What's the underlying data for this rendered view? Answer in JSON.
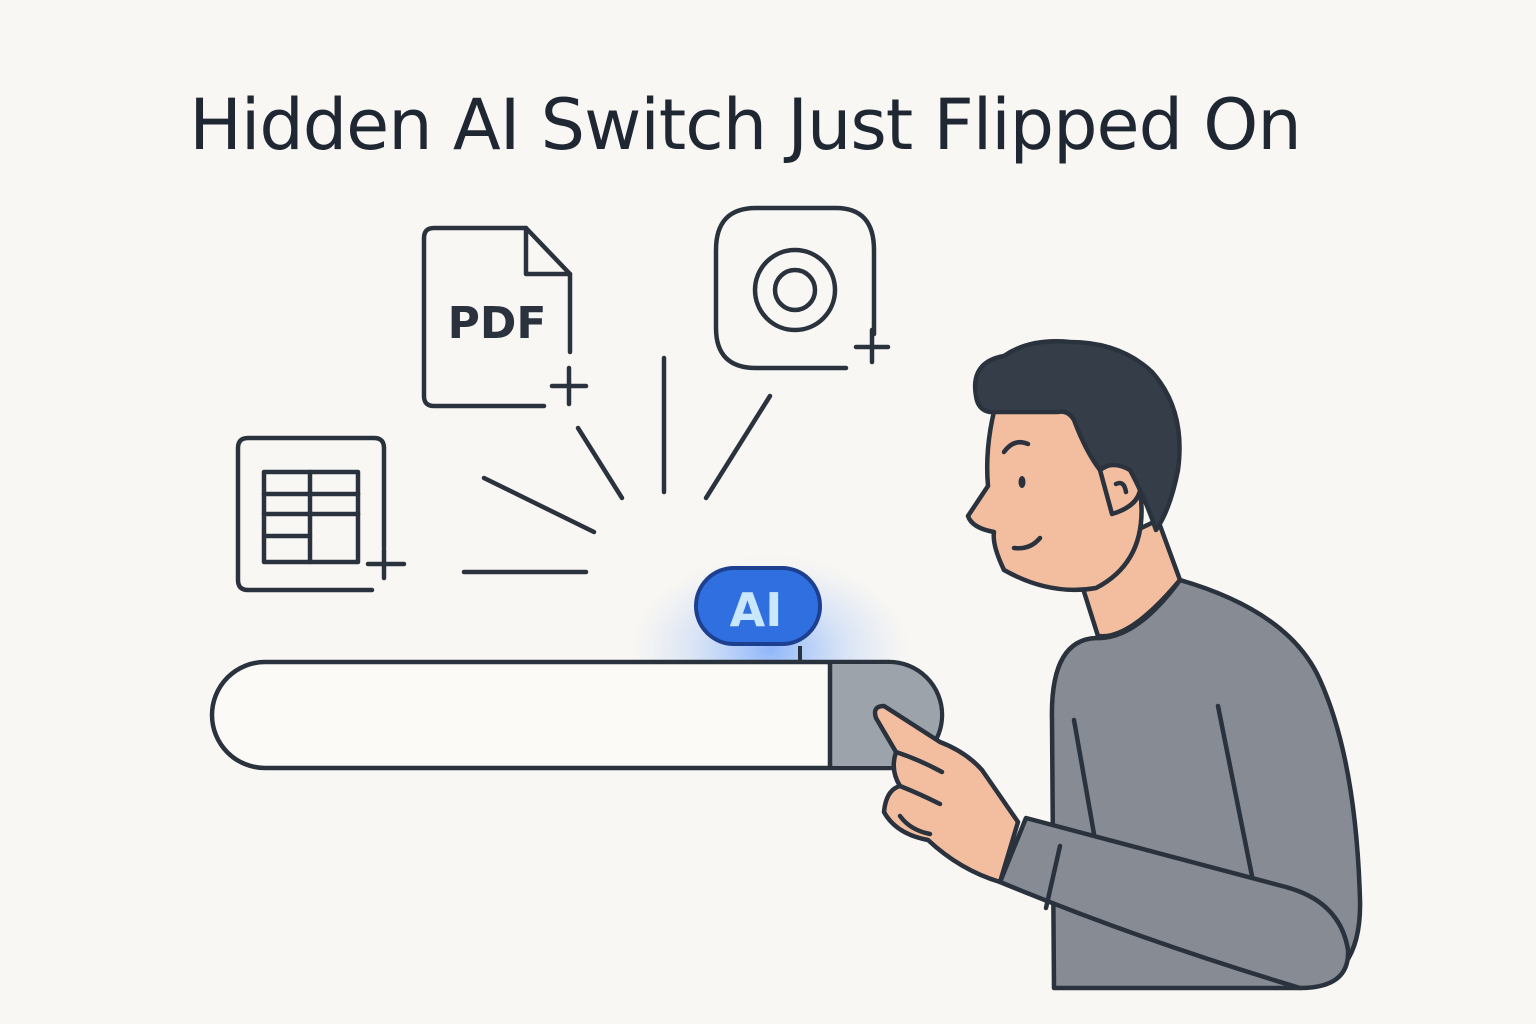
{
  "headline": "Hidden AI Switch Just Flipped On",
  "pdf_icon": {
    "label": "PDF"
  },
  "ai_badge": {
    "label": "AI"
  },
  "icons": [
    "spreadsheet-icon",
    "pdf-file-icon",
    "camera-icon",
    "plus-icon"
  ],
  "colors": {
    "background": "#f9f7f3",
    "ink": "#2a323d",
    "accent": "#2f6fe0",
    "accent_text": "#c9e7ff",
    "shirt": "#868b94",
    "skin": "#f3bea0",
    "hair": "#353d48",
    "toggle_knob": "#9da3ab"
  }
}
